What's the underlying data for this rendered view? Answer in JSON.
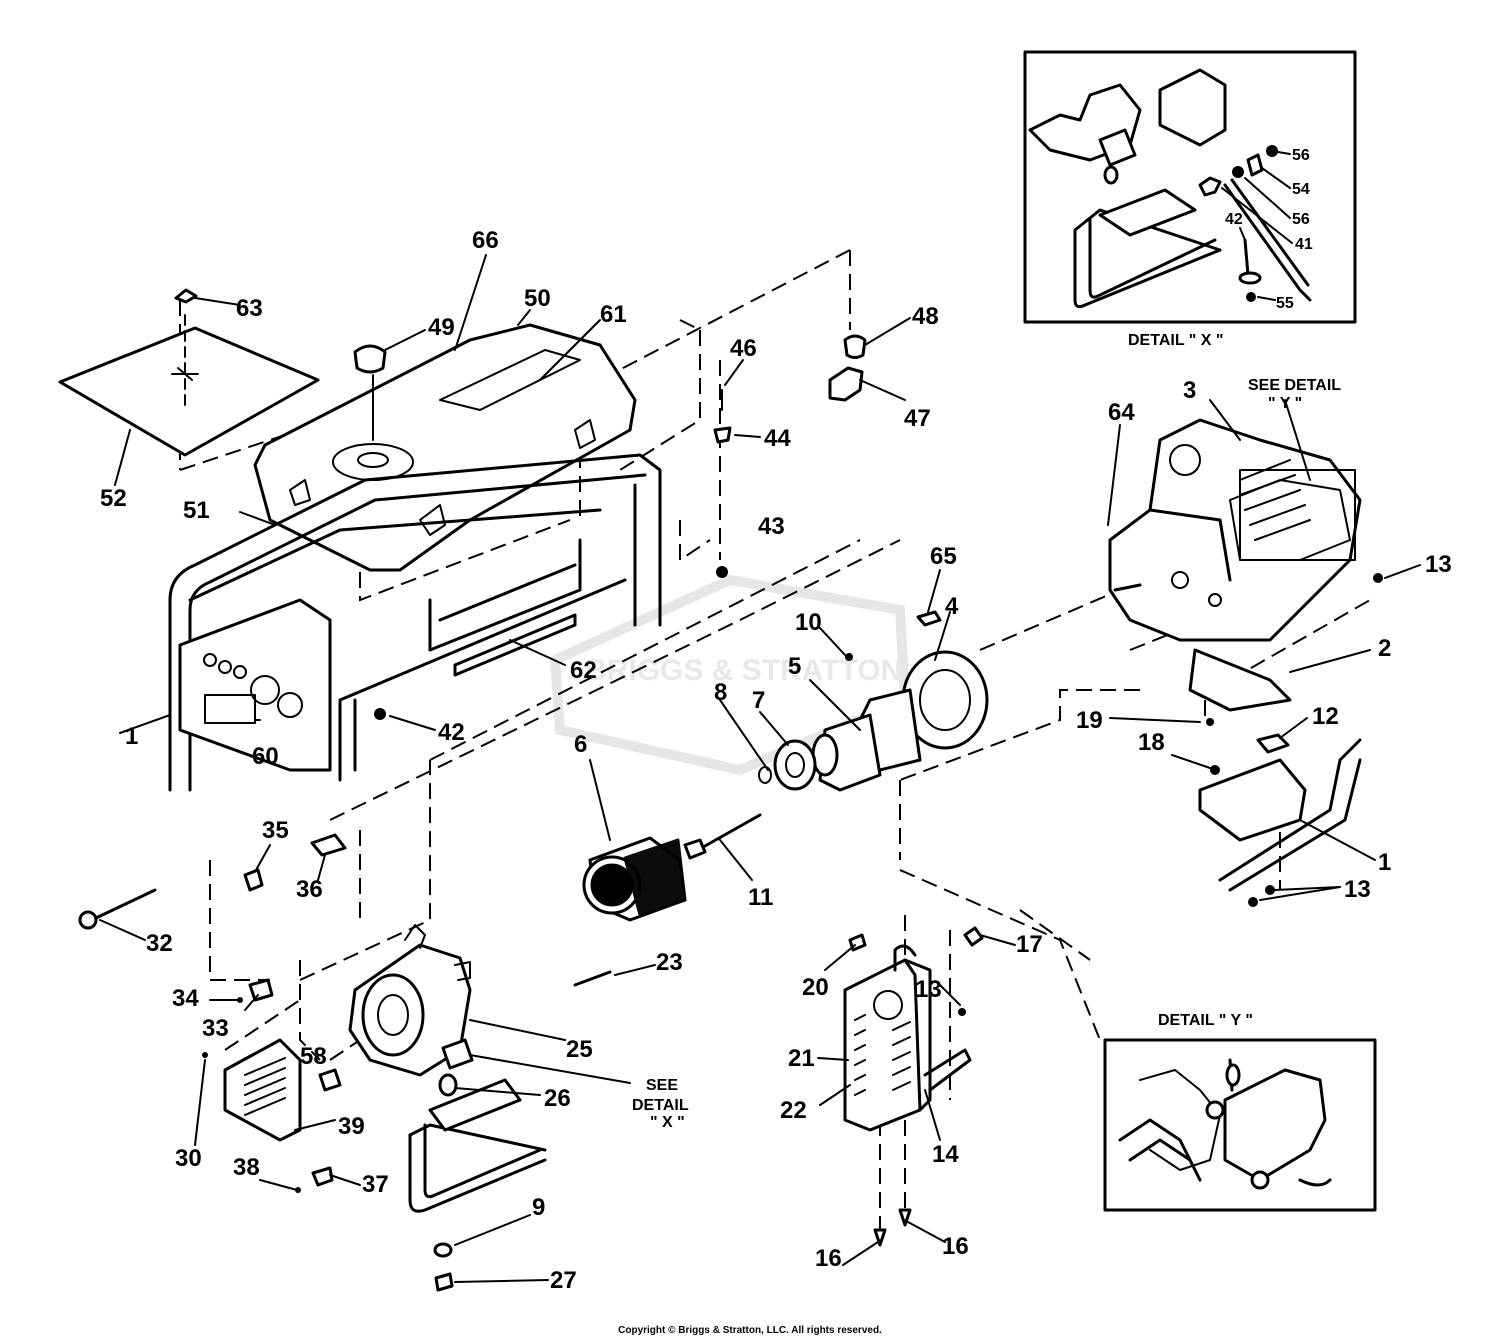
{
  "labels": [
    "66",
    "63",
    "50",
    "49",
    "61",
    "48",
    "46",
    "47",
    "44",
    "52",
    "51",
    "43",
    "64",
    "3",
    "13",
    "65",
    "4",
    "10",
    "5",
    "62",
    "2",
    "8",
    "7",
    "19",
    "12",
    "42",
    "1",
    "60",
    "6",
    "18",
    "1",
    "11",
    "13",
    "35",
    "36",
    "32",
    "23",
    "17",
    "20",
    "34",
    "33",
    "13",
    "21",
    "25",
    "58",
    "22",
    "26",
    "30",
    "39",
    "14",
    "38",
    "37",
    "9",
    "16",
    "16",
    "27",
    "56",
    "54",
    "56",
    "42",
    "41",
    "55"
  ],
  "detail_labels": {
    "detail_x": "DETAIL  \" X \"",
    "detail_y": "DETAIL  \" Y \"",
    "see_detail_y_line1": "SEE DETAIL",
    "see_detail_y_line2": "\" Y \"",
    "see_detail_x_line1": "SEE",
    "see_detail_x_line2": "DETAIL",
    "see_detail_x_line3": "\" X \""
  },
  "watermark": "BRIGGS & STRATTON",
  "copyright": "Copyright © Briggs & Stratton, LLC. All rights reserved."
}
